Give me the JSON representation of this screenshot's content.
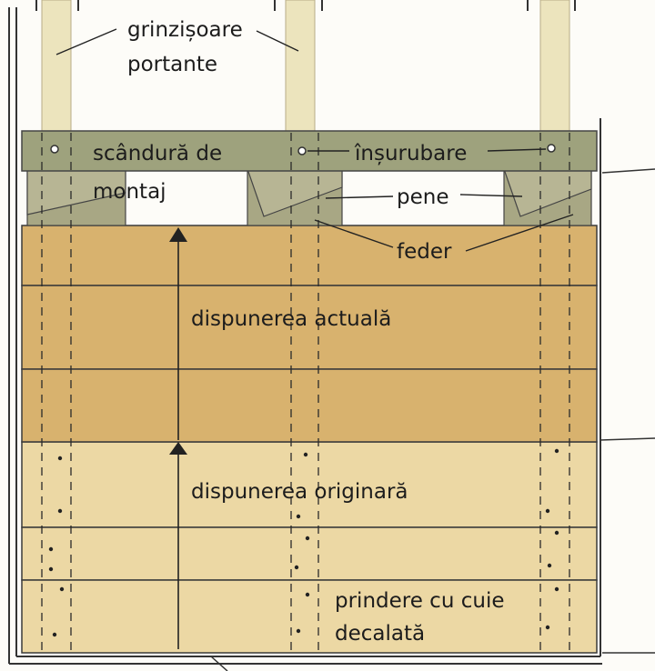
{
  "labels": {
    "joists": "grinzișoare",
    "joists_line2": "portante",
    "mounting_board": "scândură de",
    "mounting_board_line2": "montaj",
    "screwing": "înșurubare",
    "wedges": "pene",
    "feder": "feder",
    "current_layout": "dispunerea actuală",
    "original_layout": "dispunerea originară",
    "nailing": "prindere cu cuie",
    "nailing_line2": "decalată"
  },
  "colors": {
    "paper": "#fdfcf8",
    "joist": "#ece4bd",
    "mounting_board": "#9ea27d",
    "wedge": "#a8a784",
    "current_board": "#d8b26e",
    "original_board": "#ecd8a4",
    "line": "#2a2a2a"
  }
}
